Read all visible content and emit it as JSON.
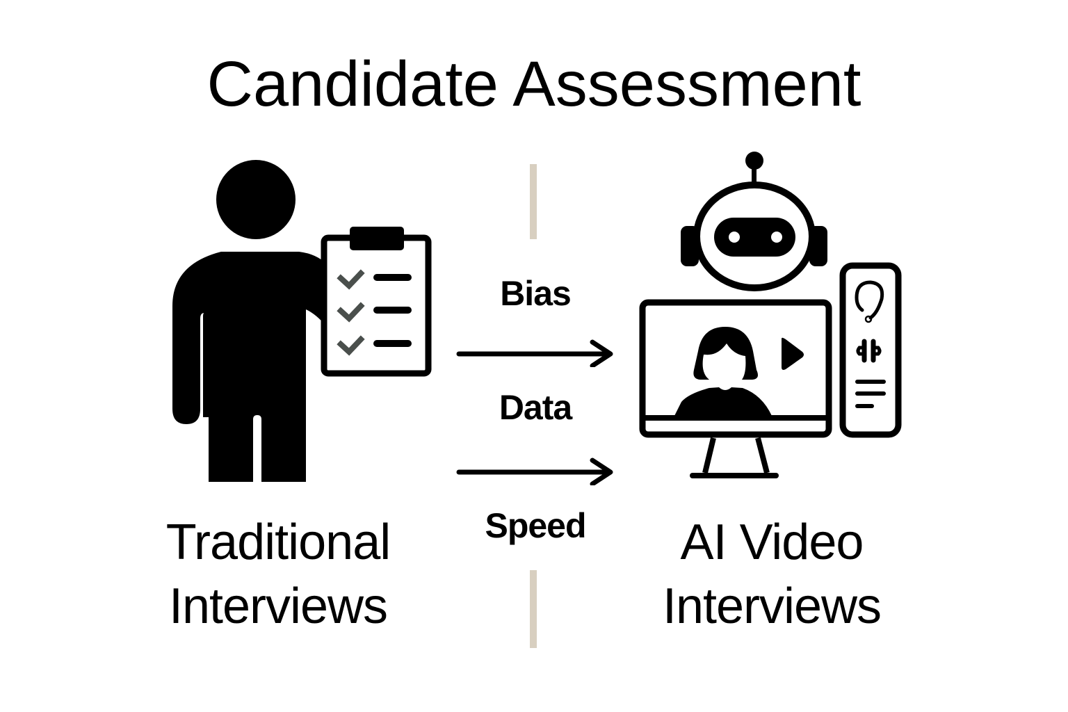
{
  "title": "Candidate Assessment",
  "left": {
    "label_line1": "Traditional",
    "label_line2": "Interviews",
    "icon": "person-with-clipboard-icon",
    "checklist_items": 3
  },
  "right": {
    "label_line1": "AI Video",
    "label_line2": "Interviews",
    "icons": [
      "robot-head-icon",
      "video-monitor-icon",
      "side-panel-icon"
    ]
  },
  "factors": [
    "Bias",
    "Data",
    "Speed"
  ],
  "colors": {
    "ink": "#000000",
    "checkmark": "#4a4f4c",
    "divider": "#d8cfc0",
    "background": "#ffffff"
  }
}
